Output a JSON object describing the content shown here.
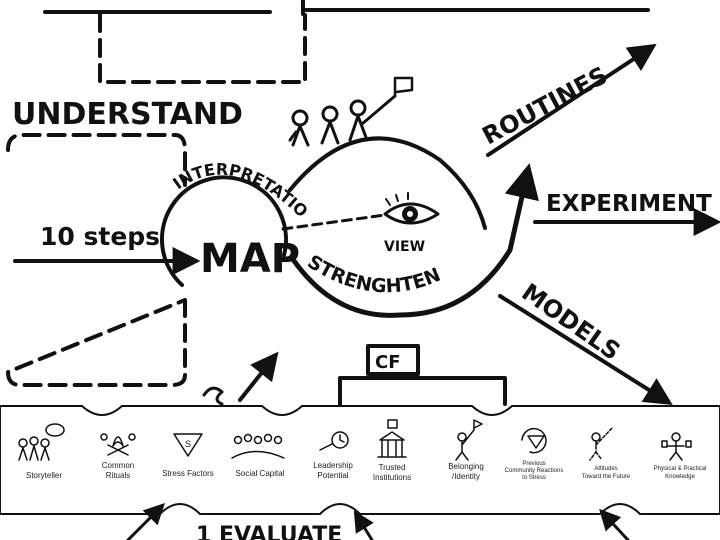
{
  "labels": {
    "understand": "UNDERSTAND",
    "ten_steps": "10 steps",
    "interpretation": "INTERPRETATION",
    "map": "MAP",
    "view": "VIEW",
    "strenghten": "STRENGHTEN",
    "routines": "ROUTINES",
    "experiment": "EXPERIMENT",
    "models": "MODELS",
    "cf": "CF",
    "evaluate": "1 EVALUATE"
  },
  "strip_items": [
    {
      "line1": "Storyteller",
      "line2": "",
      "icon": "storyteller-icon"
    },
    {
      "line1": "Common",
      "line2": "Rituals",
      "icon": "campfire-icon"
    },
    {
      "line1": "Stress Factors",
      "line2": "",
      "icon": "stress-triangle-icon"
    },
    {
      "line1": "Social Capital",
      "line2": "",
      "icon": "crowd-icon"
    },
    {
      "line1": "Leadership",
      "line2": "Potential",
      "icon": "leader-clock-icon"
    },
    {
      "line1": "Trusted",
      "line2": "Institutions",
      "icon": "building-icon"
    },
    {
      "line1": "Belonging",
      "line2": "/Identity",
      "icon": "person-flag-icon"
    },
    {
      "line1": "Previous",
      "line2": "Community Reactions",
      "line3": "to Stress",
      "icon": "cycle-icon"
    },
    {
      "line1": "Attitudes",
      "line2": "Toward the Future",
      "icon": "person-arrow-icon"
    },
    {
      "line1": "Physical & Practical",
      "line2": "Knowledge",
      "icon": "person-tools-icon"
    }
  ]
}
